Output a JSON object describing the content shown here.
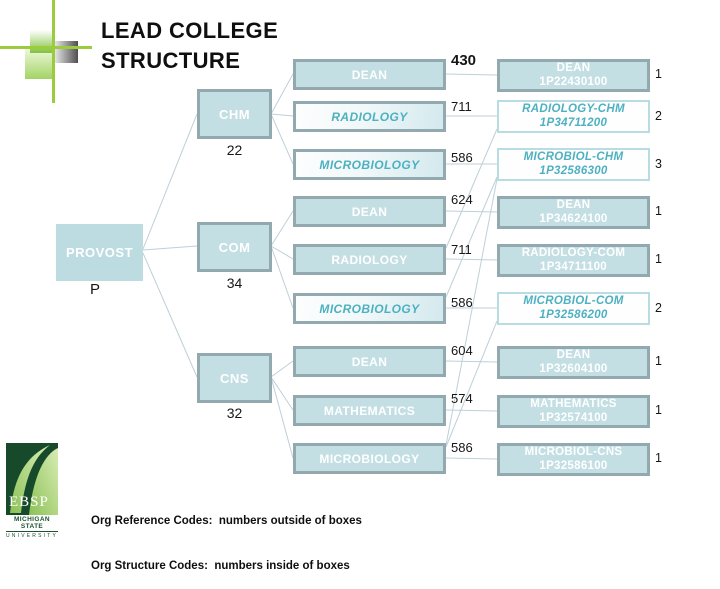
{
  "slide": {
    "title_line1": "LEAD COLLEGE",
    "title_line2": "STRUCTURE",
    "footnote_line1": "Org Reference Codes:  numbers outside of boxes",
    "footnote_line2": "Org Structure Codes:  numbers inside of boxes"
  },
  "logo": {
    "acronym": "EBSP",
    "org_line1": "MICHIGAN STATE",
    "org_line2": "UNIVERSITY"
  },
  "org_chart": {
    "root": {
      "label": "PROVOST",
      "structure_code": "P"
    },
    "colleges": [
      {
        "label": "CHM",
        "structure_code": "22"
      },
      {
        "label": "COM",
        "structure_code": "34"
      },
      {
        "label": "CNS",
        "structure_code": "32"
      }
    ],
    "rows": [
      {
        "college": "CHM",
        "unit": "DEAN",
        "unit_style": "solid",
        "ref_code": "430",
        "target_label": "DEAN",
        "target_code": "1P22430100",
        "target_style": "solid",
        "count": "1"
      },
      {
        "college": "CHM",
        "unit": "RADIOLOGY",
        "unit_style": "light",
        "ref_code": "711",
        "target_label": "RADIOLOGY-CHM",
        "target_code": "1P34711200",
        "target_style": "light",
        "count": "2"
      },
      {
        "college": "CHM",
        "unit": "MICROBIOLOGY",
        "unit_style": "light",
        "ref_code": "586",
        "target_label": "MICROBIOL-CHM",
        "target_code": "1P32586300",
        "target_style": "light",
        "count": "3"
      },
      {
        "college": "COM",
        "unit": "DEAN",
        "unit_style": "solid",
        "ref_code": "624",
        "target_label": "DEAN",
        "target_code": "1P34624100",
        "target_style": "solid",
        "count": "1"
      },
      {
        "college": "COM",
        "unit": "RADIOLOGY",
        "unit_style": "solid",
        "ref_code": "711",
        "target_label": "RADIOLOGY-COM",
        "target_code": "1P34711100",
        "target_style": "solid",
        "count": "1"
      },
      {
        "college": "COM",
        "unit": "MICROBIOLOGY",
        "unit_style": "light",
        "ref_code": "586",
        "target_label": "MICROBIOL-COM",
        "target_code": "1P32586200",
        "target_style": "light",
        "count": "2"
      },
      {
        "college": "CNS",
        "unit": "DEAN",
        "unit_style": "solid",
        "ref_code": "604",
        "target_label": "DEAN",
        "target_code": "1P32604100",
        "target_style": "solid",
        "count": "1"
      },
      {
        "college": "CNS",
        "unit": "MATHEMATICS",
        "unit_style": "solid",
        "ref_code": "574",
        "target_label": "MATHEMATICS",
        "target_code": "1P32574100",
        "target_style": "solid",
        "count": "1"
      },
      {
        "college": "CNS",
        "unit": "MICROBIOLOGY",
        "unit_style": "solid",
        "ref_code": "586",
        "target_label": "MICROBIOL-CNS",
        "target_code": "1P32586100",
        "target_style": "solid",
        "count": "1"
      }
    ]
  },
  "colors": {
    "box_fill": "#c3dfe4",
    "box_border": "#92a9b0",
    "italic_text": "#4db1c1",
    "connector_line": "#bdd0d8",
    "accent_lime": "#9ccc3d",
    "logo_green": "#17492b"
  }
}
